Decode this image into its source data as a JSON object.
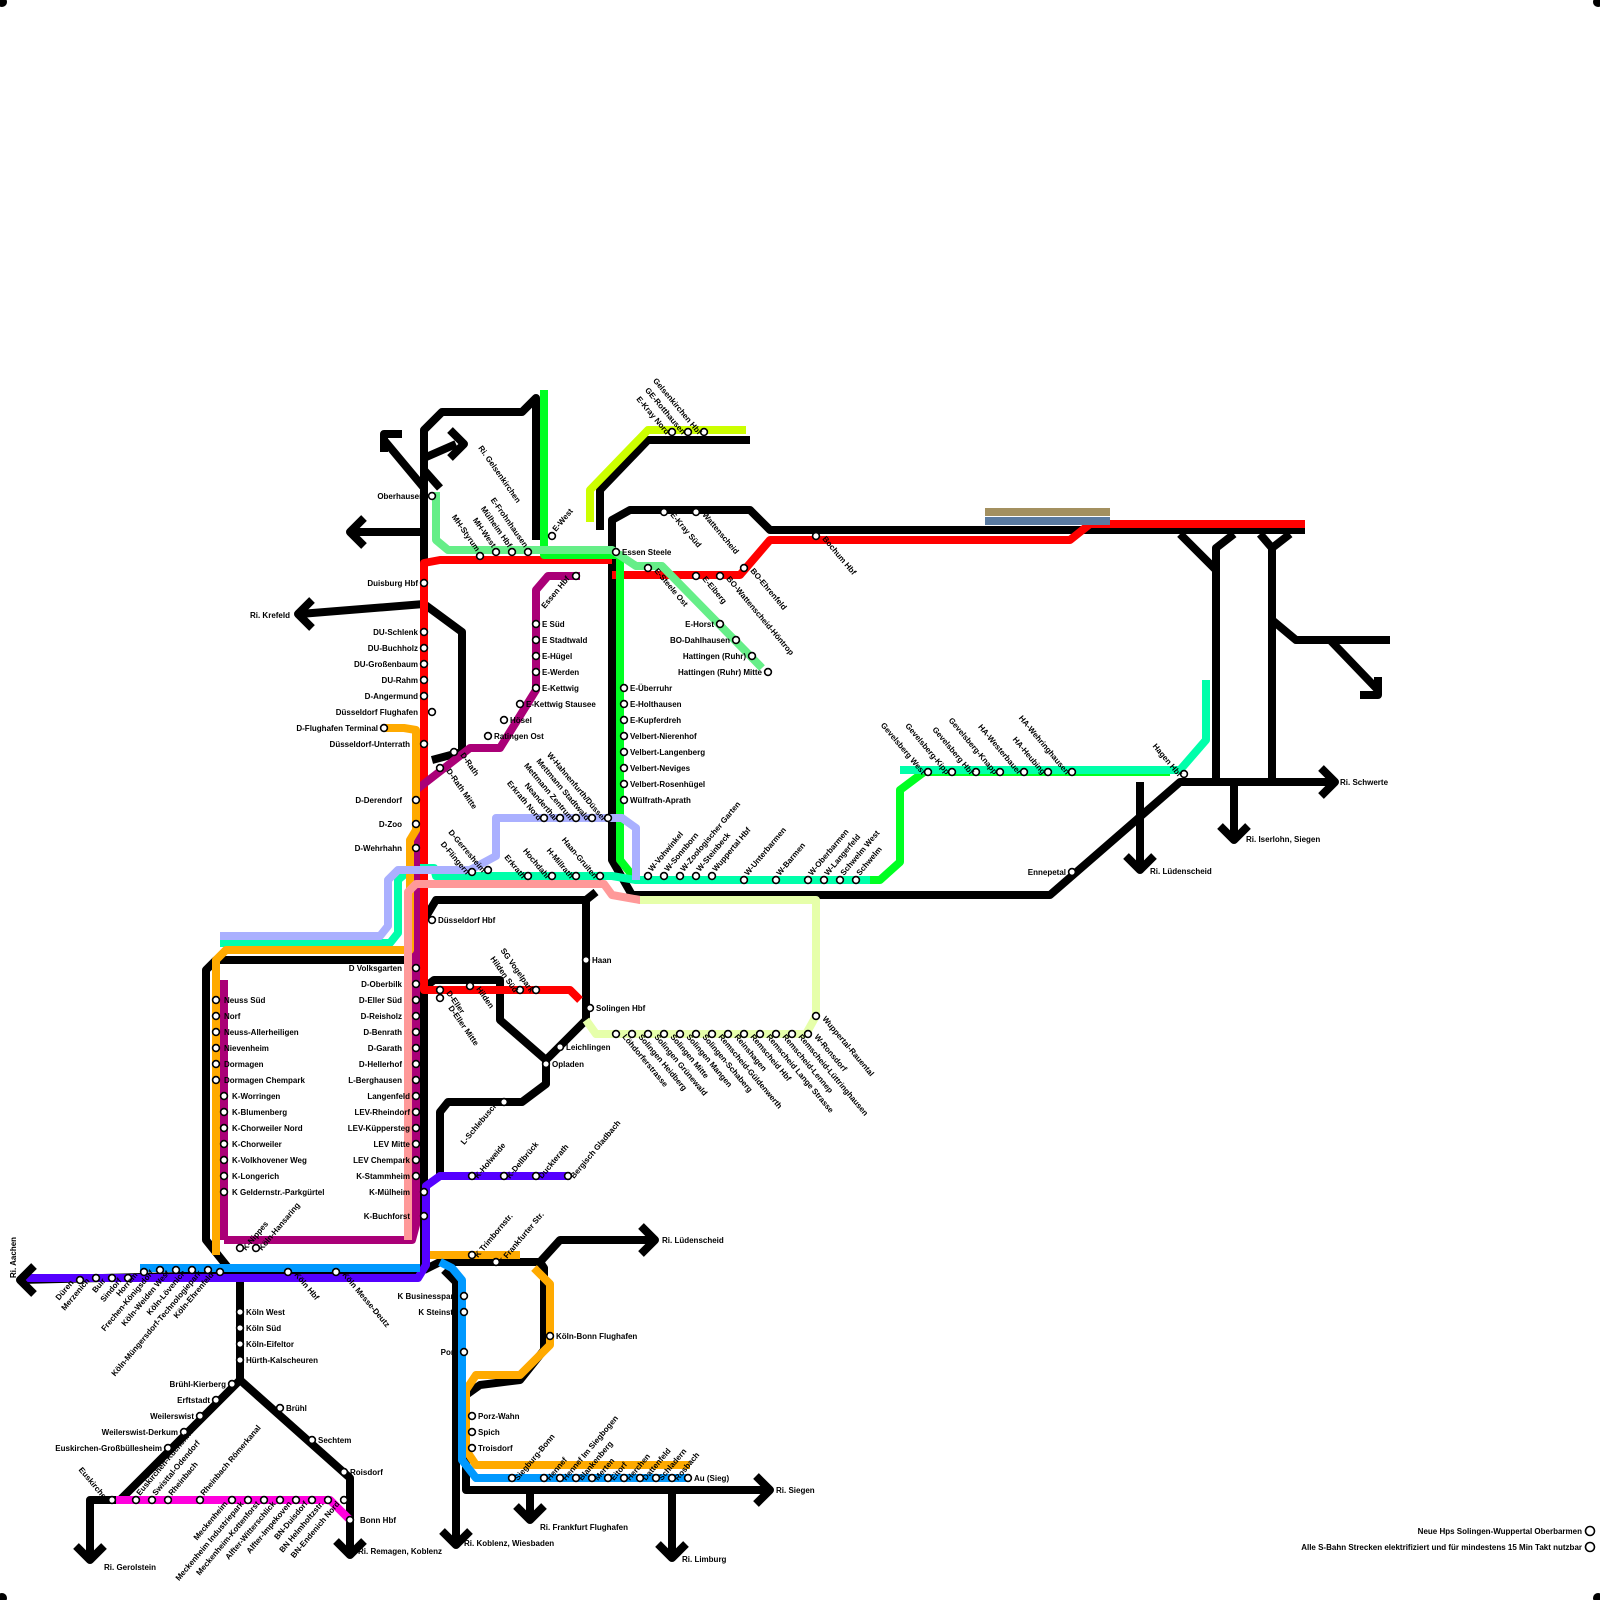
{
  "colors": {
    "black": "#000000",
    "red": "#ff0000",
    "green": "#00ff22",
    "lime": "#ccff00",
    "mint": "#66ee88",
    "teal": "#00ffaa",
    "magenta": "#aa0077",
    "orange": "#ffaa00",
    "lavender": "#aab0ff",
    "salmon": "#ff9999",
    "paleyellow": "#e6ffaa",
    "purple": "#5500ff",
    "blue": "#0099ff",
    "pink": "#ff00dd",
    "khaki": "#a39060",
    "slate": "#5a7aa0"
  },
  "icons": [
    "arrow-left-icon",
    "arrow-right-icon",
    "arrow-down-icon",
    "arrow-up-left-icon",
    "arrow-down-right-icon"
  ],
  "destinations": {
    "gelsenkirchen": "Ri. Gelsenkirchen",
    "krefeld": "Ri. Krefeld",
    "schwerte": "Ri. Schwerte",
    "iserlohn": "Ri. Iserlohn, Siegen",
    "luedenscheid_east": "Ri. Lüdenscheid",
    "luedenscheid": "Ri. Lüdenscheid",
    "aachen": "Ri. Aachen",
    "gerolstein": "Ri. Gerolstein",
    "remagen": "Ri. Remagen, Koblenz",
    "koblenz": "Ri. Koblenz, Wiesbaden",
    "frankfurt": "Ri. Frankfurt Flughafen",
    "limburg": "Ri. Limburg",
    "siegen": "Ri. Siegen"
  },
  "legend": [
    {
      "label": "Neue Hps Solingen-Wuppertal Oberbarmen"
    },
    {
      "label": "Alle S-Bahn Strecken elektrifiziert und für mindestens 15 Min Takt nutzbar"
    }
  ],
  "stations": [
    {
      "name": "Oberhausen"
    },
    {
      "name": "Duisburg Hbf"
    },
    {
      "name": "DU-Schlenk"
    },
    {
      "name": "DU-Buchholz"
    },
    {
      "name": "DU-Großenbaum"
    },
    {
      "name": "DU-Rahm"
    },
    {
      "name": "D-Angermund"
    },
    {
      "name": "Düsseldorf Flughafen"
    },
    {
      "name": "D-Flughafen Terminal"
    },
    {
      "name": "Düsseldorf-Unterrath"
    },
    {
      "name": "D-Rath"
    },
    {
      "name": "D-Rath Mitte"
    },
    {
      "name": "D-Derendorf"
    },
    {
      "name": "D-Zoo"
    },
    {
      "name": "D-Wehrhahn"
    },
    {
      "name": "Düsseldorf Hbf"
    },
    {
      "name": "D Volksgarten"
    },
    {
      "name": "D-Oberbilk"
    },
    {
      "name": "D-Eller Süd"
    },
    {
      "name": "D-Reisholz"
    },
    {
      "name": "D-Benrath"
    },
    {
      "name": "D-Garath"
    },
    {
      "name": "D-Hellerhof"
    },
    {
      "name": "L-Berghausen"
    },
    {
      "name": "Langenfeld"
    },
    {
      "name": "LEV-Rheindorf"
    },
    {
      "name": "LEV-Küppersteg"
    },
    {
      "name": "LEV Mitte"
    },
    {
      "name": "LEV Chempark"
    },
    {
      "name": "K-Stammheim"
    },
    {
      "name": "K-Mülheim"
    },
    {
      "name": "K-Buchforst"
    },
    {
      "name": "D-Eller"
    },
    {
      "name": "D-Eller Mitte"
    },
    {
      "name": "Hilden"
    },
    {
      "name": "Hilden Süd"
    },
    {
      "name": "SG Vogelpark"
    },
    {
      "name": "Solingen Hbf"
    },
    {
      "name": "Haan"
    },
    {
      "name": "Leichlingen"
    },
    {
      "name": "Opladen"
    },
    {
      "name": "L-Schlebusch"
    },
    {
      "name": "K-Holweide"
    },
    {
      "name": "K-Dellbrück"
    },
    {
      "name": "Duckterath"
    },
    {
      "name": "Bergisch Gladbach"
    },
    {
      "name": "Neuss Süd"
    },
    {
      "name": "Norf"
    },
    {
      "name": "Neuss-Allerheiligen"
    },
    {
      "name": "Nievenheim"
    },
    {
      "name": "Dormagen"
    },
    {
      "name": "Dormagen Chempark"
    },
    {
      "name": "K-Worringen"
    },
    {
      "name": "K-Blumenberg"
    },
    {
      "name": "K-Chorweiler Nord"
    },
    {
      "name": "K-Chorweiler"
    },
    {
      "name": "K-Volkhovener Weg"
    },
    {
      "name": "K-Longerich"
    },
    {
      "name": "K Geldernstr.-Parkgürtel"
    },
    {
      "name": "K-Nippes"
    },
    {
      "name": "Köln-Hansaring"
    },
    {
      "name": "Köln Hbf"
    },
    {
      "name": "Köln Messe-Deutz"
    },
    {
      "name": "Köln-Ehrenfeld"
    },
    {
      "name": "Köln West"
    },
    {
      "name": "Köln Süd"
    },
    {
      "name": "Köln-Eifeltor"
    },
    {
      "name": "Hürth-Kalscheuren"
    },
    {
      "name": "Brühl-Kierberg"
    },
    {
      "name": "Erftstadt"
    },
    {
      "name": "Weilerswist"
    },
    {
      "name": "Weilerswist-Derkum"
    },
    {
      "name": "Euskirchen-Großbüllesheim"
    },
    {
      "name": "Euskirchen"
    },
    {
      "name": "Brühl"
    },
    {
      "name": "Sechtem"
    },
    {
      "name": "Roisdorf"
    },
    {
      "name": "Bonn Hbf"
    },
    {
      "name": "Düren"
    },
    {
      "name": "Merzenich"
    },
    {
      "name": "Buir"
    },
    {
      "name": "Sindorf"
    },
    {
      "name": "Horrem"
    },
    {
      "name": "Frechen-Königsdorf"
    },
    {
      "name": "Köln-Weiden West"
    },
    {
      "name": "Köln-Lövenich"
    },
    {
      "name": "Köln-Müngersdorf-Technologiepark"
    },
    {
      "name": "K Trimbornstr."
    },
    {
      "name": "K Frankfurter Str."
    },
    {
      "name": "K Businesspark"
    },
    {
      "name": "K Steinstr."
    },
    {
      "name": "Porz"
    },
    {
      "name": "Köln-Bonn Flughafen"
    },
    {
      "name": "Porz-Wahn"
    },
    {
      "name": "Spich"
    },
    {
      "name": "Troisdorf"
    },
    {
      "name": "Siegburg-Bonn"
    },
    {
      "name": "Hennef"
    },
    {
      "name": "Hennef Im Siegbogen"
    },
    {
      "name": "Blankenberg"
    },
    {
      "name": "Merten"
    },
    {
      "name": "Eitorf"
    },
    {
      "name": "Herchen"
    },
    {
      "name": "Dattenfeld"
    },
    {
      "name": "Schladern"
    },
    {
      "name": "Rosbach"
    },
    {
      "name": "Au (Sieg)"
    },
    {
      "name": "Euskirchen-Kuchenheim"
    },
    {
      "name": "Swisttal-Odendorf"
    },
    {
      "name": "Rheinbach"
    },
    {
      "name": "Rheinbach Römerkanal"
    },
    {
      "name": "Meckenheim"
    },
    {
      "name": "Meckenheim Industriepark"
    },
    {
      "name": "Meckenheim-Kottenforst"
    },
    {
      "name": "Alfter-Witterschlick"
    },
    {
      "name": "Alfter-Impekoven"
    },
    {
      "name": "BN-Duisdorf"
    },
    {
      "name": "BN Helmholtzstr."
    },
    {
      "name": "BN-Endenich Nord"
    },
    {
      "name": "MH-Styrum"
    },
    {
      "name": "MH-West"
    },
    {
      "name": "Mülheim Hbf"
    },
    {
      "name": "E-Frohnhausen"
    },
    {
      "name": "E-West"
    },
    {
      "name": "Essen Hbf"
    },
    {
      "name": "E Süd"
    },
    {
      "name": "E Stadtwald"
    },
    {
      "name": "E-Hügel"
    },
    {
      "name": "E-Werden"
    },
    {
      "name": "E-Kettwig"
    },
    {
      "name": "E-Kettwig Stausee"
    },
    {
      "name": "Hösel"
    },
    {
      "name": "Ratingen Ost"
    },
    {
      "name": "E-Kray Nord"
    },
    {
      "name": "GE-Rotthausen"
    },
    {
      "name": "Gelsenkirchen Hbf"
    },
    {
      "name": "E-Kray Süd"
    },
    {
      "name": "Wattenscheid"
    },
    {
      "name": "Bochum Hbf"
    },
    {
      "name": "Essen Steele"
    },
    {
      "name": "E-Steele Ost"
    },
    {
      "name": "E-Eiberg"
    },
    {
      "name": "BO-Wattenscheid-Höntrop"
    },
    {
      "name": "BO-Ehrenfeld"
    },
    {
      "name": "E-Horst"
    },
    {
      "name": "BO-Dahlhausen"
    },
    {
      "name": "Hattingen (Ruhr)"
    },
    {
      "name": "Hattingen (Ruhr) Mitte"
    },
    {
      "name": "E-Überruhr"
    },
    {
      "name": "E-Holthausen"
    },
    {
      "name": "E-Kupferdreh"
    },
    {
      "name": "Velbert-Nierenhof"
    },
    {
      "name": "Velbert-Langenberg"
    },
    {
      "name": "Velbert-Neviges"
    },
    {
      "name": "Velbert-Rosenhügel"
    },
    {
      "name": "Wülfrath-Aprath"
    },
    {
      "name": "W-Hahnenfurth/Düssel"
    },
    {
      "name": "Mettmann Stadtwald"
    },
    {
      "name": "Mettmann Zentrum"
    },
    {
      "name": "Neanderthal"
    },
    {
      "name": "Erkrath Nord"
    },
    {
      "name": "D-Gerresheim"
    },
    {
      "name": "D-Flingern"
    },
    {
      "name": "Erkrath"
    },
    {
      "name": "Hochdahl"
    },
    {
      "name": "H-Millrath"
    },
    {
      "name": "Haan-Gruiten"
    },
    {
      "name": "W-Vohwinkel"
    },
    {
      "name": "W-Sonnborn"
    },
    {
      "name": "W-Zoologischer Garten"
    },
    {
      "name": "W-Steinbeck"
    },
    {
      "name": "Wuppertal Hbf"
    },
    {
      "name": "W-Unterbarmen"
    },
    {
      "name": "W-Barmen"
    },
    {
      "name": "W-Oberbarmen"
    },
    {
      "name": "W-Langerfeld"
    },
    {
      "name": "Schwelm West"
    },
    {
      "name": "Schwelm"
    },
    {
      "name": "Gevelsberg West"
    },
    {
      "name": "Gevelsberg-Kipp"
    },
    {
      "name": "Gevelsberg Hbf"
    },
    {
      "name": "Gevelsberg-Knapp"
    },
    {
      "name": "HA-Westerbauer"
    },
    {
      "name": "HA-Heubing"
    },
    {
      "name": "HA-Wehringhausen"
    },
    {
      "name": "Hagen Hbf"
    },
    {
      "name": "Ennepetal"
    },
    {
      "name": "Wuppertal-Rauental"
    },
    {
      "name": "Löhdorferstrasse"
    },
    {
      "name": "Solingen Heidberg"
    },
    {
      "name": "Solingen Grünewald"
    },
    {
      "name": "Solingen Mitte"
    },
    {
      "name": "Solingen Mangen"
    },
    {
      "name": "Solingen-Schaberg"
    },
    {
      "name": "Remscheid-Güldenwerth"
    },
    {
      "name": "Reinshagen"
    },
    {
      "name": "Remscheid Hbf"
    },
    {
      "name": "Remscheid Lange Strasse"
    },
    {
      "name": "Remscheid-Lennep"
    },
    {
      "name": "Remscheid-Lüttringhausen"
    },
    {
      "name": "W-Ronsdorf"
    }
  ]
}
